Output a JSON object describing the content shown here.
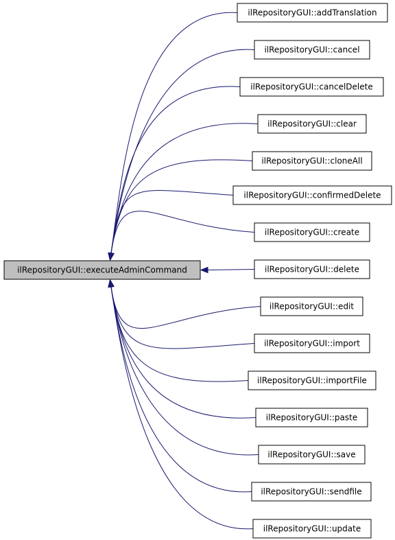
{
  "target": {
    "label": "ilRepositoryGUI::executeAdminCommand"
  },
  "callers": [
    {
      "label": "ilRepositoryGUI::addTranslation"
    },
    {
      "label": "ilRepositoryGUI::cancel"
    },
    {
      "label": "ilRepositoryGUI::cancelDelete"
    },
    {
      "label": "ilRepositoryGUI::clear"
    },
    {
      "label": "ilRepositoryGUI::cloneAll"
    },
    {
      "label": "ilRepositoryGUI::confirmedDelete"
    },
    {
      "label": "ilRepositoryGUI::create"
    },
    {
      "label": "ilRepositoryGUI::delete"
    },
    {
      "label": "ilRepositoryGUI::edit"
    },
    {
      "label": "ilRepositoryGUI::import"
    },
    {
      "label": "ilRepositoryGUI::importFile"
    },
    {
      "label": "ilRepositoryGUI::paste"
    },
    {
      "label": "ilRepositoryGUI::save"
    },
    {
      "label": "ilRepositoryGUI::sendfile"
    },
    {
      "label": "ilRepositoryGUI::update"
    }
  ],
  "colors": {
    "edge": "#191970",
    "target_fill": "#bfbfbf",
    "node_fill": "#ffffff",
    "border": "#000000"
  }
}
